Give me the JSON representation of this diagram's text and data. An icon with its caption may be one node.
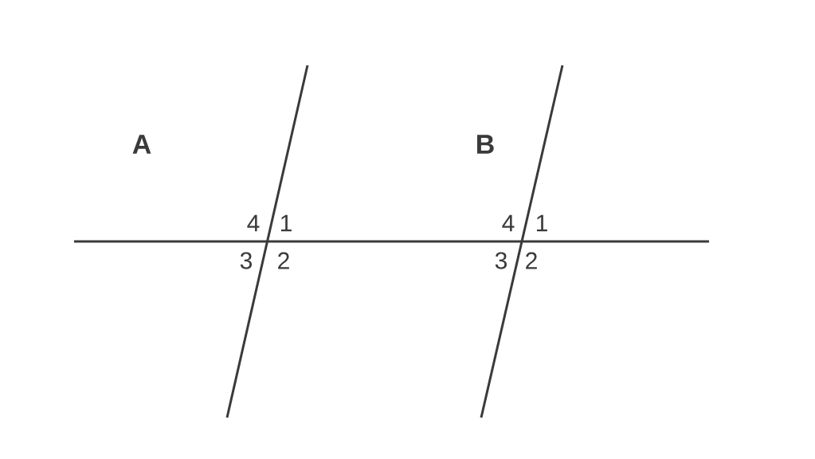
{
  "diagram": {
    "labels": [
      "A",
      "B",
      "4",
      "1",
      "4",
      "1",
      "3",
      "2",
      "3",
      "2"
    ]
  }
}
